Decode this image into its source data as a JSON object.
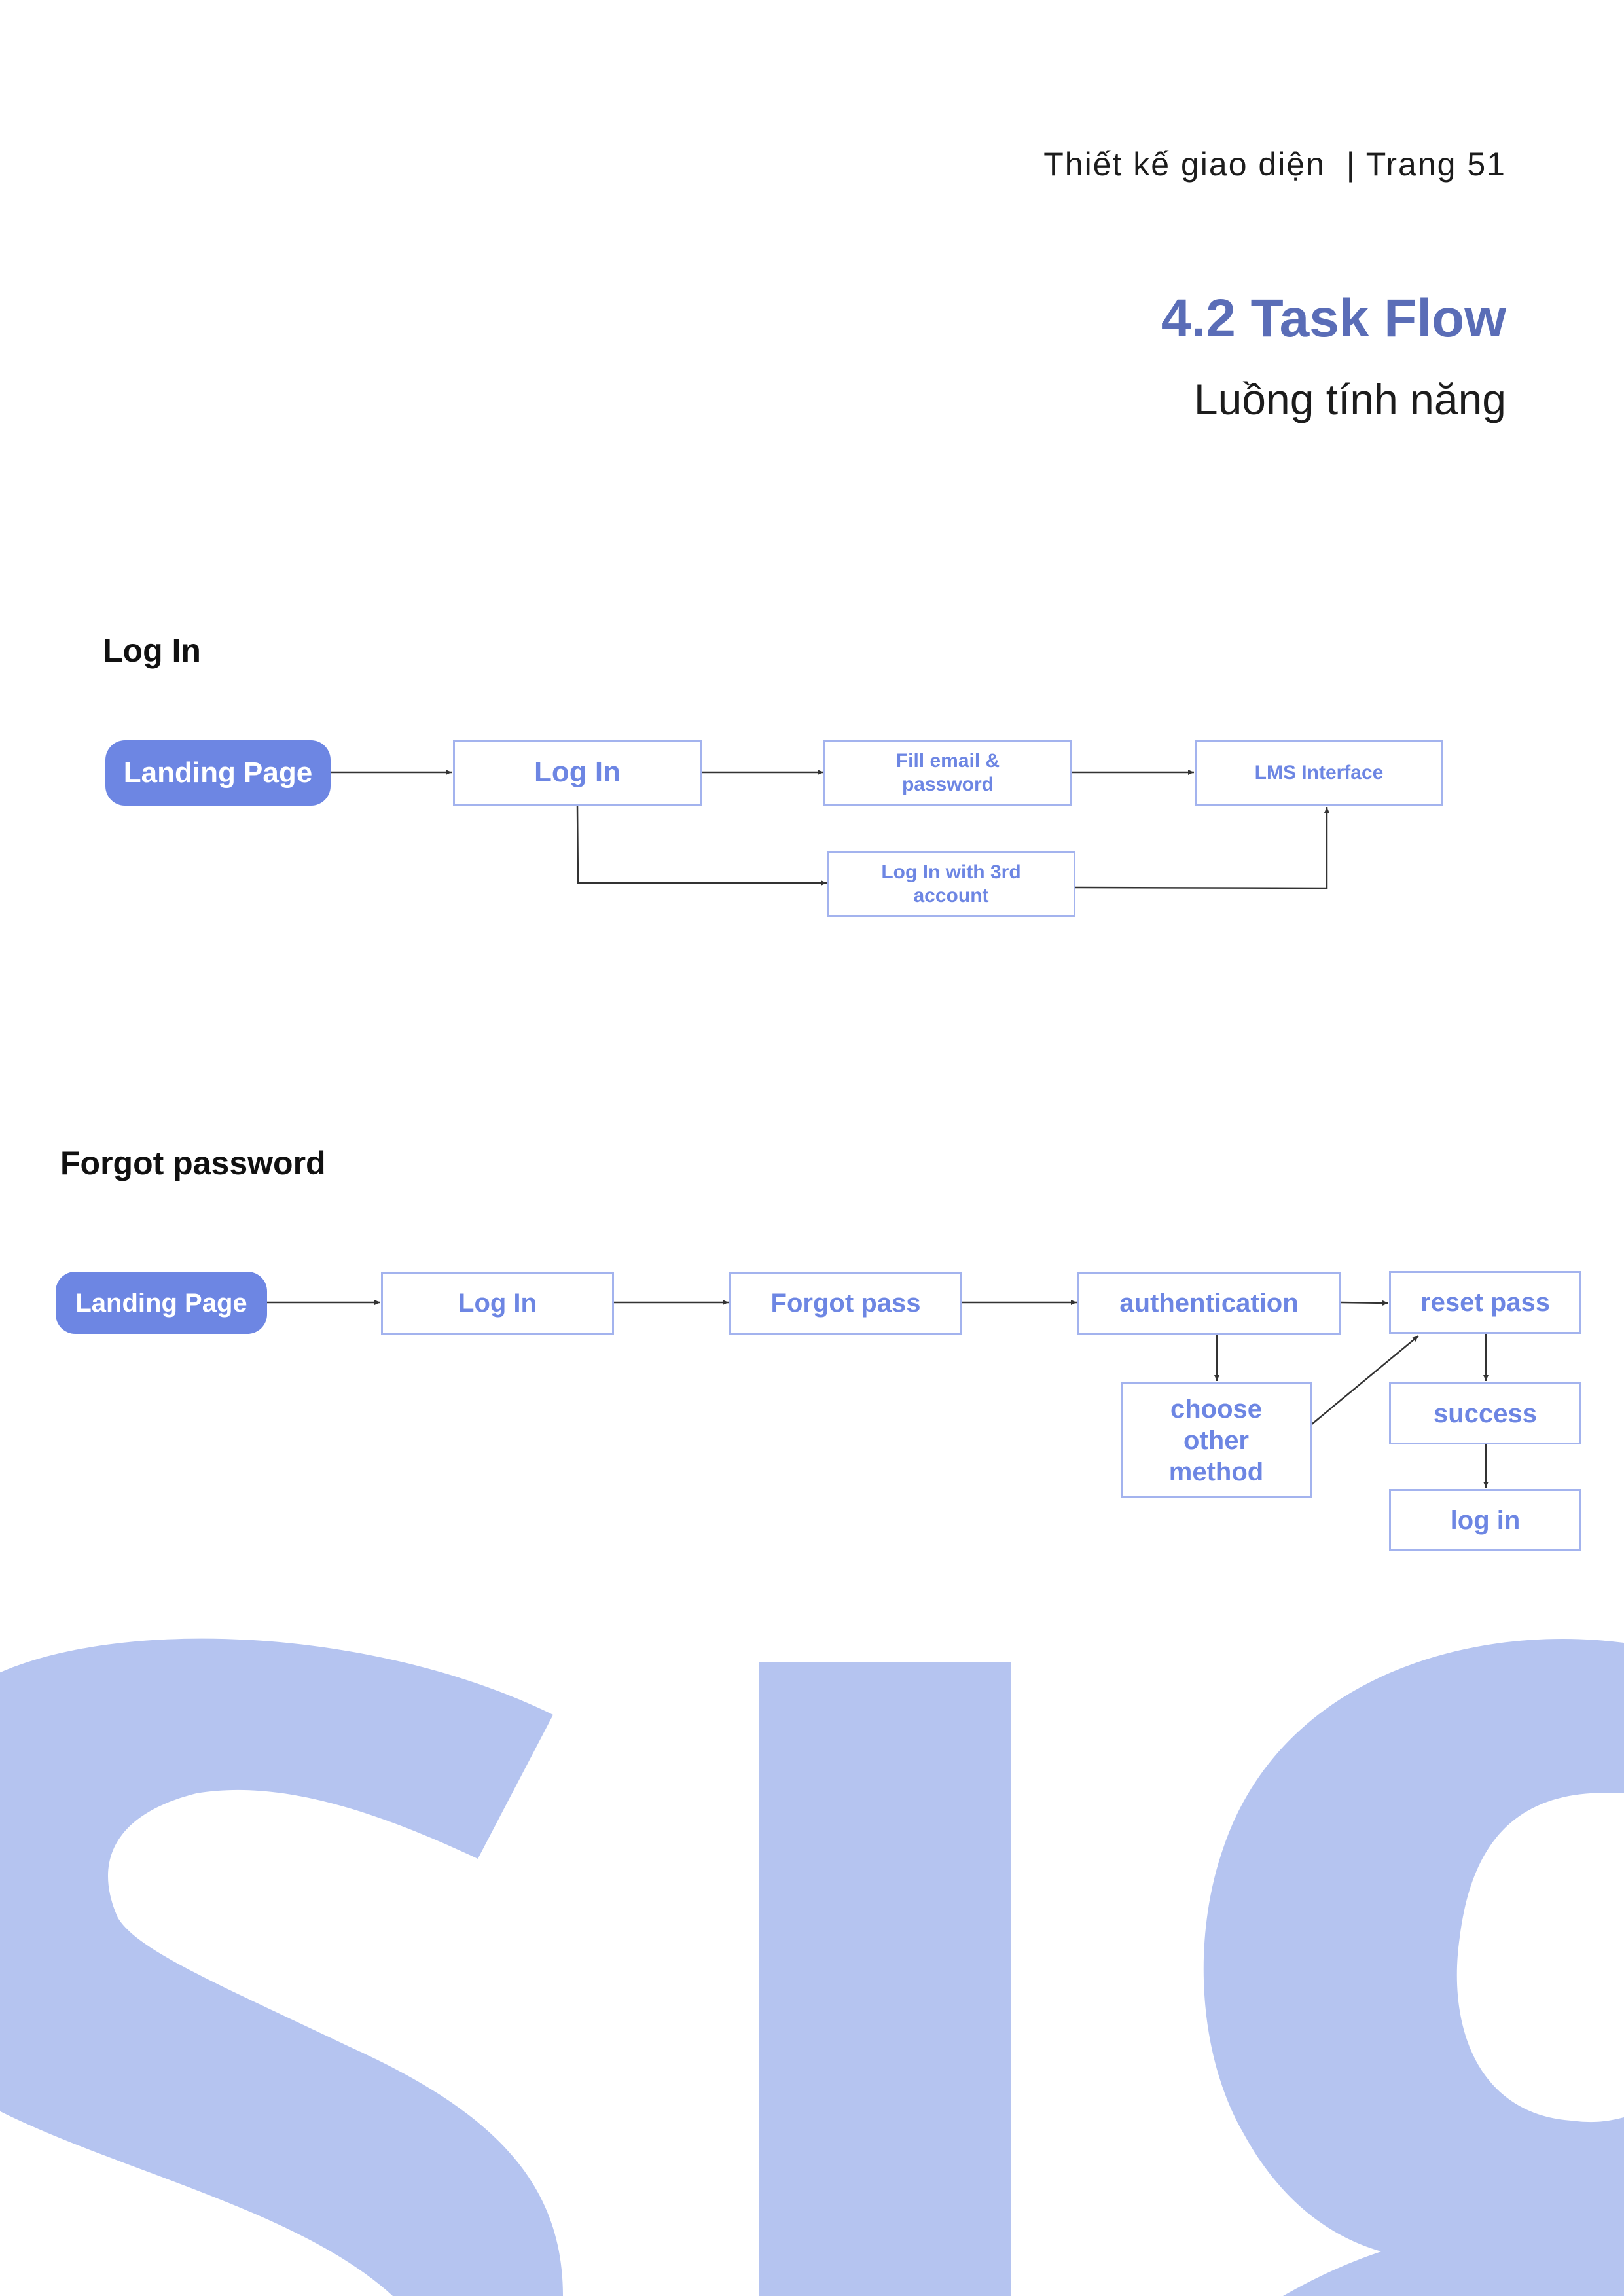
{
  "header": {
    "section": "Thiết kế giao diện",
    "separator": "|",
    "page": "Trang 51"
  },
  "title": "4.2 Task Flow",
  "subtitle": "Luồng tính năng",
  "colors": {
    "accent": "#6d86e3",
    "title": "#5a6db7",
    "node_border": "#a3b3ee",
    "background_letters": "#b5c4f0"
  },
  "login_flow": {
    "heading": "Log In",
    "nodes": {
      "landing": "Landing Page",
      "login": "Log In",
      "fill": "Fill email & password",
      "lms": "LMS Interface",
      "third": "Log In with 3rd account"
    }
  },
  "forgot_flow": {
    "heading": "Forgot password",
    "nodes": {
      "landing": "Landing Page",
      "login": "Log In",
      "forgot": "Forgot pass",
      "auth": "authentication",
      "reset": "reset pass",
      "choose": "choose other method",
      "success": "success",
      "relogin": "log in"
    }
  }
}
